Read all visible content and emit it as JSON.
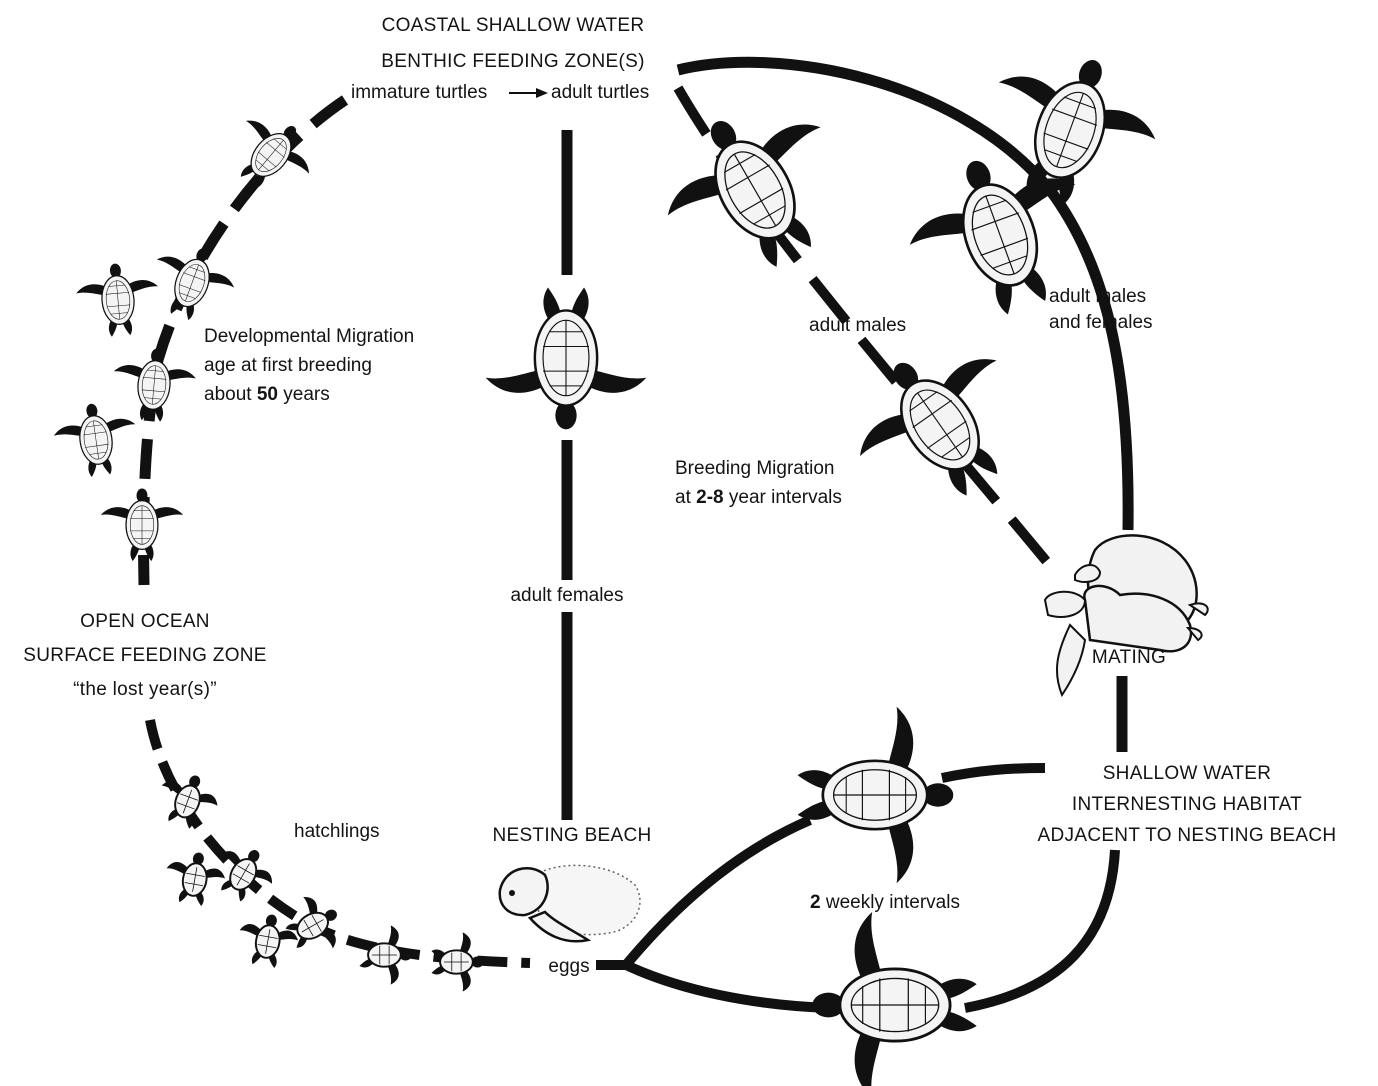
{
  "labels": {
    "coastal_line1": "COASTAL SHALLOW WATER",
    "coastal_line2": "BENTHIC FEEDING ZONE(S)",
    "immature_turtles": "immature turtles",
    "adult_turtles": "adult turtles",
    "dev_migration_line1": "Developmental Migration",
    "dev_migration_line2": "age at first breeding",
    "dev_migration_line3_pre": "about",
    "dev_migration_line3_num": "50",
    "dev_migration_line3_post": "years",
    "open_ocean_line1": "OPEN OCEAN",
    "open_ocean_line2": "SURFACE FEEDING ZONE",
    "open_ocean_line3": "“the lost year(s)”",
    "hatchlings": "hatchlings",
    "nesting_beach": "NESTING BEACH",
    "eggs": "eggs",
    "adult_females": "adult females",
    "adult_males": "adult males",
    "adult_males_females_line1": "adult males",
    "adult_males_females_line2": "and females",
    "breeding_migration_line1": "Breeding Migration",
    "breeding_migration_line2_pre": "at",
    "breeding_migration_line2_num": "2-8",
    "breeding_migration_line2_post": "year intervals",
    "mating": "MATING",
    "shallow_line1": "SHALLOW WATER",
    "shallow_line2": "INTERNESTING HABITAT",
    "shallow_line3": "ADJACENT TO NESTING BEACH",
    "weekly_num": "2",
    "weekly_text": "weekly intervals"
  },
  "colors": {
    "ink": "#111111",
    "turtle_fill": "#f4f4f4",
    "background": "#ffffff"
  },
  "icons": [
    "turtle-icon",
    "hatchling-icon",
    "mating-turtles-icon",
    "nesting-turtle-icon",
    "arrow-right-icon"
  ]
}
